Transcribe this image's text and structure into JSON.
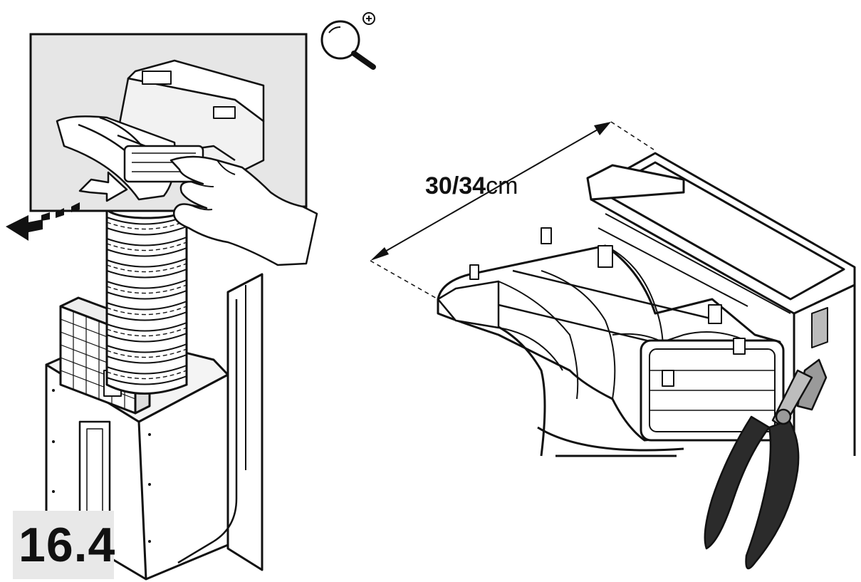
{
  "step": {
    "label": "16.4"
  },
  "dimension": {
    "value": "30/34",
    "unit": "cm"
  },
  "icons": {
    "zoom": "magnifier-plus-icon",
    "tool": "pliers-icon",
    "direction": "arrow-left-icon"
  },
  "colors": {
    "line": "#111111",
    "inset_background": "#e6e6e6",
    "label_background": "#e8e8e8",
    "pliers_grip": "#2b2b2b",
    "pliers_metal": "#9a9a9a"
  }
}
